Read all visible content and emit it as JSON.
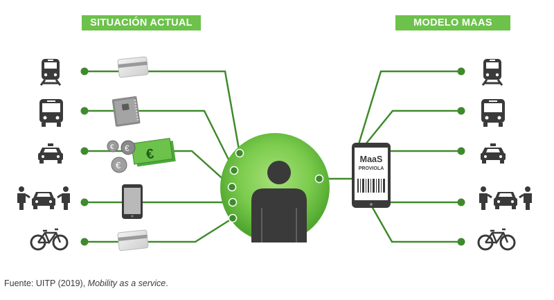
{
  "banners": {
    "left": "SITUACIÓN ACTUAL",
    "right": "MODELO MAAS"
  },
  "phone": {
    "brand": "MaaS",
    "provider": "PROVIOLA"
  },
  "transport_modes": [
    "train",
    "bus",
    "taxi",
    "carsharing",
    "bicycle"
  ],
  "current_payment_methods": [
    "card",
    "ticket-booklet",
    "cash-euro",
    "smartphone-app",
    "card"
  ],
  "colors": {
    "green": "#6cc24a",
    "dark_green": "#2f7a20",
    "line_green": "#3f8a2c",
    "icon_gray": "#3a3a3a"
  },
  "source": {
    "prefix": "Fuente: UITP (2019), ",
    "title": "Mobility as a service",
    "suffix": "."
  }
}
